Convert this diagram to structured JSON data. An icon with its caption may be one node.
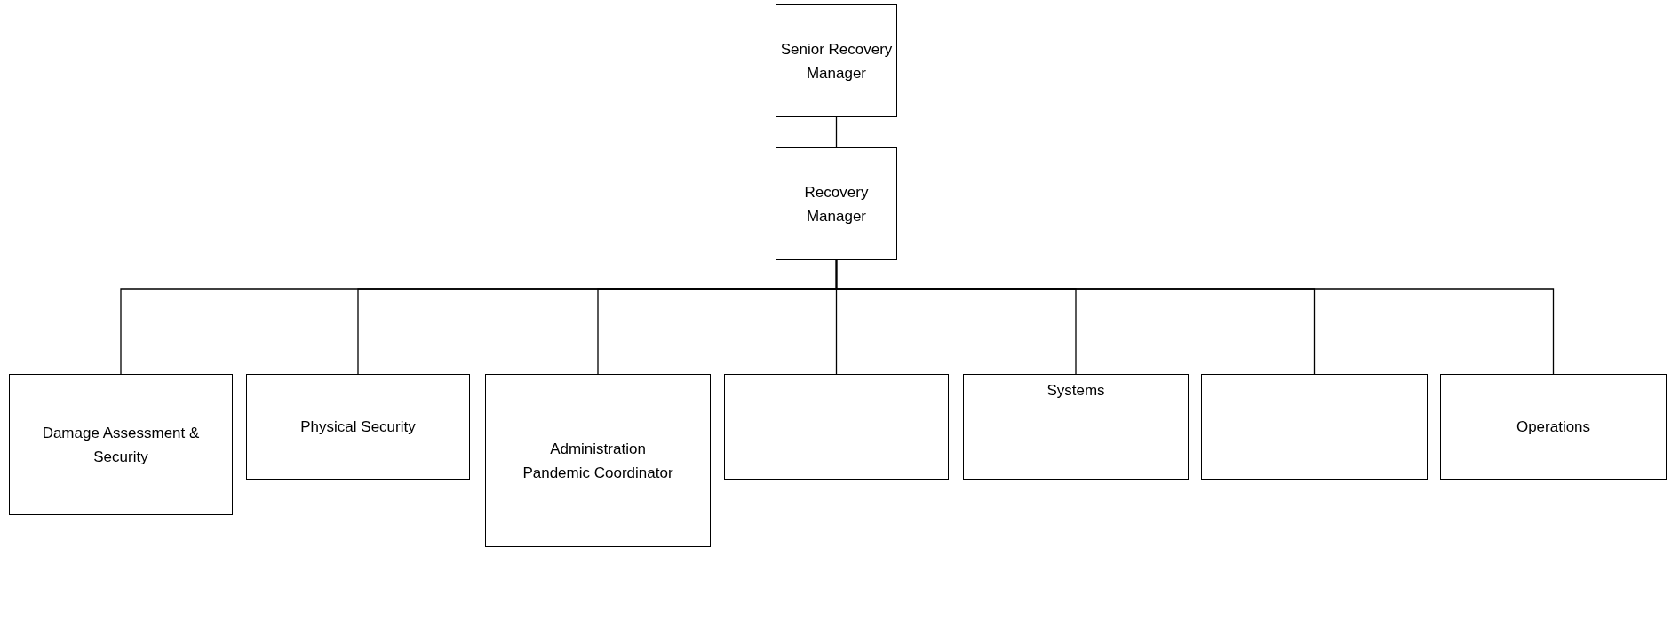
{
  "diagram": {
    "nodes": [
      {
        "text": [
          "Senior Recovery Manager"
        ]
      },
      {
        "text": [
          "Recovery Manager"
        ]
      },
      {
        "text": [
          "Damage Assessment & Security"
        ]
      },
      {
        "text": [
          "Physical Security"
        ]
      },
      {
        "text": [
          "Administration Pandemic Coordinator"
        ]
      },
      {
        "text": [],
        "shape": "box"
      },
      {
        "text": [
          "Systems"
        ]
      },
      {
        "text": [],
        "shape": "box"
      },
      {
        "text": [
          "Operations"
        ]
      }
    ],
    "edges": [
      {
        "from": 0,
        "to": 1,
        "arrow": "none"
      },
      {
        "from": 1,
        "to": 2,
        "arrow": "none"
      },
      {
        "from": 1,
        "to": 3,
        "arrow": "none"
      },
      {
        "from": 1,
        "to": 4,
        "arrow": "none"
      },
      {
        "from": 1,
        "to": 5,
        "arrow": "none"
      },
      {
        "from": 1,
        "to": 6,
        "arrow": "none"
      },
      {
        "from": 1,
        "to": 7,
        "arrow": "none"
      },
      {
        "from": 1,
        "to": 8,
        "arrow": "none"
      }
    ]
  }
}
